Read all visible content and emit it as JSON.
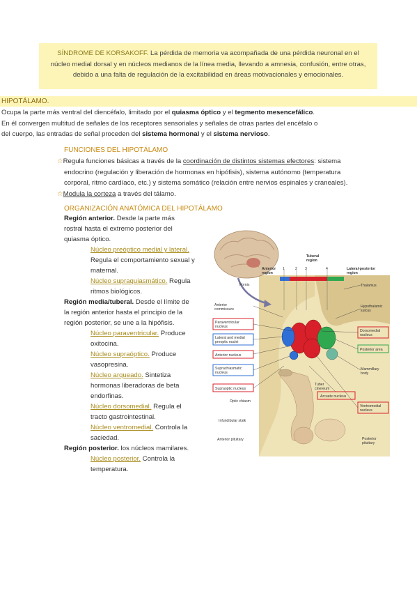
{
  "korsakoff": {
    "title": "SÍNDROME DE KORSAKOFF.",
    "line1": " La pérdida de memoria va acompañada de una pérdida neuronal en el",
    "line2": "núcleo medial dorsal y en núcleos medianos de la línea media, llevando a amnesia, confusión, entre otras,",
    "line3": "debido a una falta de regulación de la excitabilidad en áreas motivacionales y emocionales."
  },
  "hipotalamo": {
    "title": "HIPOTÁLAMO.",
    "intro1_a": "Ocupa la parte más ventral del diencéfalo, limitado por el ",
    "intro1_b": "quiasma óptico",
    "intro1_c": " y el ",
    "intro1_d": "tegmento mesencefálico",
    "intro1_e": ".",
    "intro2": "En él convergen multitud de señales de los receptores sensoriales y señales de otras partes del encéfalo o",
    "intro3_a": "del cuerpo, las entradas de señal proceden del ",
    "intro3_b": "sistema hormonal",
    "intro3_c": " y el ",
    "intro3_d": "sistema nervioso",
    "intro3_e": "."
  },
  "funciones": {
    "heading": "FUNCIONES DEL HIPOTÁLAMO",
    "item1_a": "Regula funciones básicas a través de la ",
    "item1_b": "coordinación de distintos sistemas efectores",
    "item1_c": ": sistema",
    "item1_line2": "endocrino (regulación y liberación de hormonas en hipófisis), sistema autónomo (temperatura",
    "item1_line3": "corporal, ritmo cardíaco, etc.) y sistema somático (relación entre nervios espinales y craneales).",
    "item2_a": "Modula la corteza",
    "item2_b": " a través del tálamo."
  },
  "organizacion": {
    "heading": "ORGANIZACIÓN ANATÓMICA DEL HIPOTÁLAMO",
    "anterior_title": "Región anterior.",
    "anterior_desc1": " Desde la parte más",
    "anterior_desc2": "rostral hasta el extremo posterior del",
    "anterior_desc3": "quiasma óptico.",
    "preoptico_name": "Núcleo preóptico medial y lateral.",
    "preoptico_desc1": "Regula el comportamiento sexual y",
    "preoptico_desc2": "maternal.",
    "supraq_name": "Núcleo supraquiasmático.",
    "supraq_desc1": " Regula",
    "supraq_desc2": "ritmos biológicos.",
    "media_title": "Región media/tuberal.",
    "media_desc1": " Desde el límite de",
    "media_desc2": "la región anterior hasta el principio de la",
    "media_desc3": "región posterior, se une a la hipófisis.",
    "paravent_name": "Núcleo paraventricular.",
    "paravent_desc1": " Produce",
    "paravent_desc2": "oxitocina.",
    "supraop_name": "Núcleo supraóptico.",
    "supraop_desc1": " Produce",
    "supraop_desc2": "vasopresina.",
    "arqueado_name": "Núcleo arqueado.",
    "arqueado_desc1": " Sintetiza",
    "arqueado_desc2": "hormonas liberadoras de beta",
    "arqueado_desc3": "endorfinas.",
    "dorsomed_name": "Núcleo dorsomedial.",
    "dorsomed_desc1": " Regula el",
    "dorsomed_desc2": "tracto gastrointestinal.",
    "ventromed_name": "Núcleo ventromedial.",
    "ventromed_desc1": " Controla la",
    "ventromed_desc2": "saciedad.",
    "posterior_title": "Región posterior.",
    "posterior_desc": " los núcleos mamilares.",
    "nposterior_name": "Núcleo posterior.",
    "nposterior_desc1": " Controla la",
    "nposterior_desc2": "temperatura."
  },
  "figure": {
    "tuberal_region": [
      "Tuberal",
      "region"
    ],
    "anterior_region": [
      "Anterior",
      "region"
    ],
    "lateral_posterior_region": [
      "Lateral-posterior",
      "region"
    ],
    "numbers": [
      "1",
      "2",
      "3",
      "4"
    ],
    "fornix": "Fornix",
    "thalamus": "Thalamus",
    "anterior_commissure": [
      "Anterior",
      "commissure"
    ],
    "hypothalamic_sulcus": [
      "Hypothalamic",
      "sulcus"
    ],
    "paraventricular_nucleus": [
      "Paraventricular",
      "nucleus"
    ],
    "lateral_medial_preoptic": [
      "Lateral and medial",
      "preoptic nuclei"
    ],
    "dorsomedial_nucleus": [
      "Dorsomedial",
      "nucleus"
    ],
    "posterior_area": "Posterior area",
    "anterior_nucleus": "Anterior nucleus",
    "mammillary_body": [
      "Mammillary",
      "body"
    ],
    "suprachiasmatic_nucleus": [
      "Suprachiasmatic",
      "nucleus"
    ],
    "tuber_cinereum": [
      "Tuber",
      "cinereum"
    ],
    "supraoptic_nucleus": "Supraoptic nucleus",
    "arcuate_nucleus": "Arcuate nucleus",
    "ventromedial_nucleus": [
      "Ventromedial",
      "nucleus"
    ],
    "optic_chiasm": "Optic chiasm",
    "infundibular_stalk": "Infundibular stalk",
    "anterior_pituitary": "Anterior pituitary",
    "posterior_pituitary": [
      "Posterior",
      "pituitary"
    ],
    "colors": {
      "red": "#d8202a",
      "blue": "#2f6fd6",
      "green": "#2fa84f",
      "tissue": "#e8d9a8",
      "brain": "#dcc3a4"
    }
  }
}
